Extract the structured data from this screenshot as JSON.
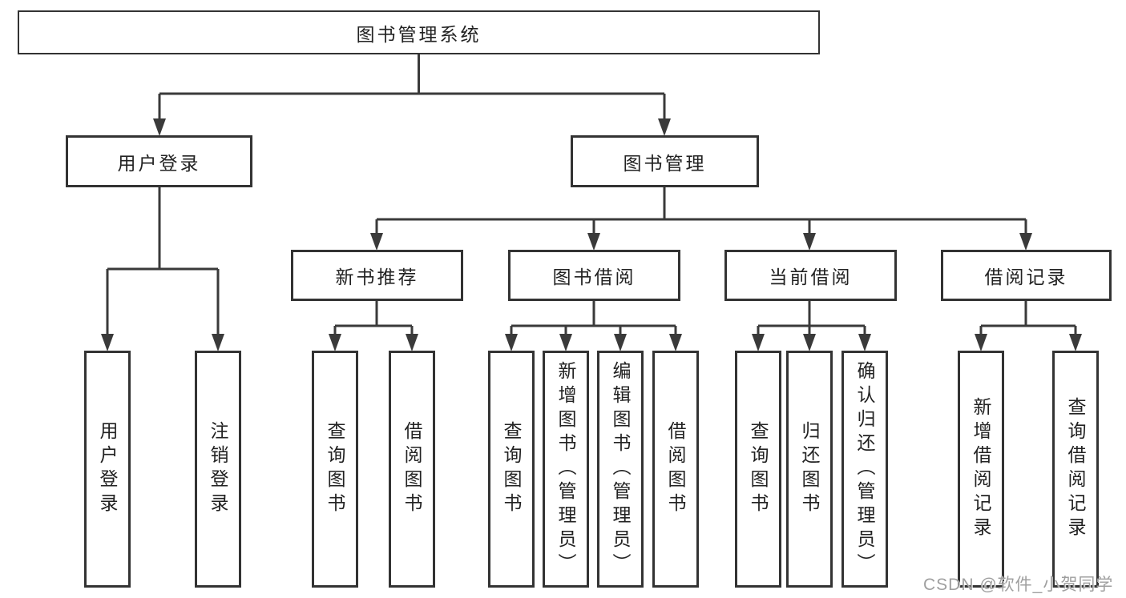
{
  "diagram": {
    "root": {
      "label": "图书管理系统"
    },
    "level2": {
      "user_login": {
        "label": "用户登录"
      },
      "book_management": {
        "label": "图书管理"
      }
    },
    "level3": {
      "new_book_recommendation": {
        "label": "新书推荐"
      },
      "book_borrowing": {
        "label": "图书借阅"
      },
      "current_borrowing": {
        "label": "当前借阅"
      },
      "borrowing_records": {
        "label": "借阅记录"
      }
    },
    "leaves": {
      "user_login": {
        "label": "用户登录"
      },
      "logout": {
        "label": "注销登录"
      },
      "recommend_query_books": {
        "label": "查询图书"
      },
      "recommend_borrow_books": {
        "label": "借阅图书"
      },
      "borrowing_query_books": {
        "label": "查询图书"
      },
      "borrowing_add_books_admin": {
        "label": "新增图书（管理员）"
      },
      "borrowing_edit_books_admin": {
        "label": "编辑图书（管理员）"
      },
      "borrowing_borrow_books": {
        "label": "借阅图书"
      },
      "current_query_books": {
        "label": "查询图书"
      },
      "current_return_books": {
        "label": "归还图书"
      },
      "current_confirm_return_admin": {
        "label": "确认归还（管理员）"
      },
      "records_add_record": {
        "label": "新增借阅记录"
      },
      "records_query_record": {
        "label": "查询借阅记录"
      }
    }
  },
  "watermark": {
    "text": "CSDN @软件_小贺同学",
    "color": "#9f9f9f"
  },
  "colors": {
    "background": "#ffffff",
    "box_border": "#333333",
    "connector_line": "#3a3a3a",
    "text": "#222222"
  }
}
